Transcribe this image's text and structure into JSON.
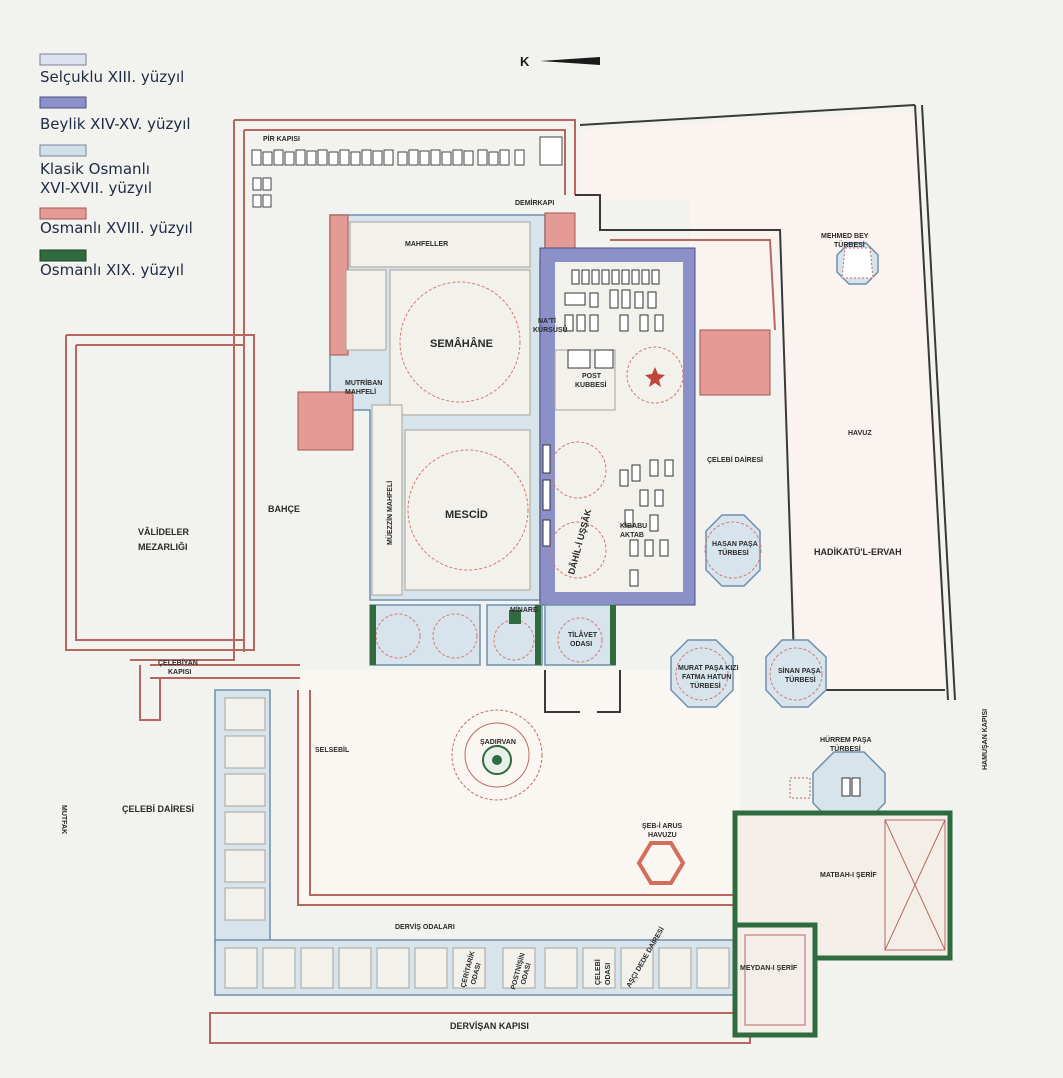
{
  "legend": [
    {
      "label": "Selçuklu XIII. yüzyıl",
      "color": "#dde2ef"
    },
    {
      "label": "Beylik XIV-XV. yüzyıl",
      "color": "#8b91c8"
    },
    {
      "label": "Klasik Osmanlı",
      "label2": "XVI-XVII. yüzyıl",
      "color": "#cfe0ea"
    },
    {
      "label": "Osmanlı XVIII. yüzyıl",
      "color": "#e49b96"
    },
    {
      "label": "Osmanlı XIX. yüzyıl",
      "color": "#2f6b3e"
    }
  ],
  "north": {
    "label": "K"
  },
  "labels": {
    "pir_kapisi": "PİR KAPISI",
    "demirkapi": "DEMİRKAPI",
    "mahfeller": "MAHFELLER",
    "nati_kursusu_1": "NA'Tİ",
    "nati_kursusu_2": "KÜRSÜSÜ",
    "semahane": "SEMÂHÂNE",
    "mutriban_1": "MUTRİBAN",
    "mutriban_2": "MAHFELİ",
    "post_kubbesi_1": "POST",
    "post_kubbesi_2": "KUBBESİ",
    "mehmed_bey_1": "MEHMED BEY",
    "mehmed_bey_2": "TÜRBESİ",
    "havuz": "HAVUZ",
    "celebi_dairesi_small": "ÇELEBİ DAİRESİ",
    "bahce": "BAHÇE",
    "mescid": "MESCİD",
    "muezzin_mahfeli": "MÜEZZİN MAHFELİ",
    "dahil_i_ussak": "DÂHİL-İ UŞŞÂK",
    "kibabu_aktab_1": "KİBABU",
    "kibabu_aktab_2": "AKTAB",
    "hasan_pasa_1": "HASAN PAŞA",
    "hasan_pasa_2": "TÜRBESİ",
    "hadikatul_ervah": "HADİKATÜ'L-ERVAH",
    "valideler_1": "VÂLİDELER",
    "valideler_2": "MEZARLIĞI",
    "minare": "MİNARE",
    "tilavet_1": "TİLÂVET",
    "tilavet_2": "ODASI",
    "murat_pasa_1": "MURAT PAŞA KIZI",
    "murat_pasa_2": "FATMA HATUN",
    "murat_pasa_3": "TÜRBESİ",
    "sinan_pasa_1": "SİNAN PAŞA",
    "sinan_pasa_2": "TÜRBESİ",
    "celebiyan_1": "ÇELEBİYAN",
    "celebiyan_2": "KAPISI",
    "selsebil": "SELSEBİL",
    "sadirvan": "ŞADIRVAN",
    "hamusan_kapisi": "HAMUŞAN KAPISI",
    "hurrem_pasa_1": "HÜRREM PAŞA",
    "hurrem_pasa_2": "TÜRBESİ",
    "mutfak": "MUTFAK",
    "celebi_dairesi": "ÇELEBİ DAİRESİ",
    "seb_i_arus_1": "ŞEB-İ ARUS",
    "seb_i_arus_2": "HAVUZU",
    "matbah_i_serif": "MATBAH-I ŞERİF",
    "dervis_odalari": "DERVİŞ ODALARI",
    "meydan_i_serif": "MEYDAN-I ŞERİF",
    "celebi_odasi_1": "ÇELEBİ",
    "celebi_odasi_2": "ODASI",
    "asci_dede": "AŞÇI DEDE DAİRESİ",
    "postnisin_1": "POSTNİŞİN",
    "postnisin_2": "ODASI",
    "ceritarik_1": "ÇERİTARİK",
    "ceritarik_2": "ODASI",
    "dervisan_kapisi": "DERVİŞAN KAPISI"
  }
}
